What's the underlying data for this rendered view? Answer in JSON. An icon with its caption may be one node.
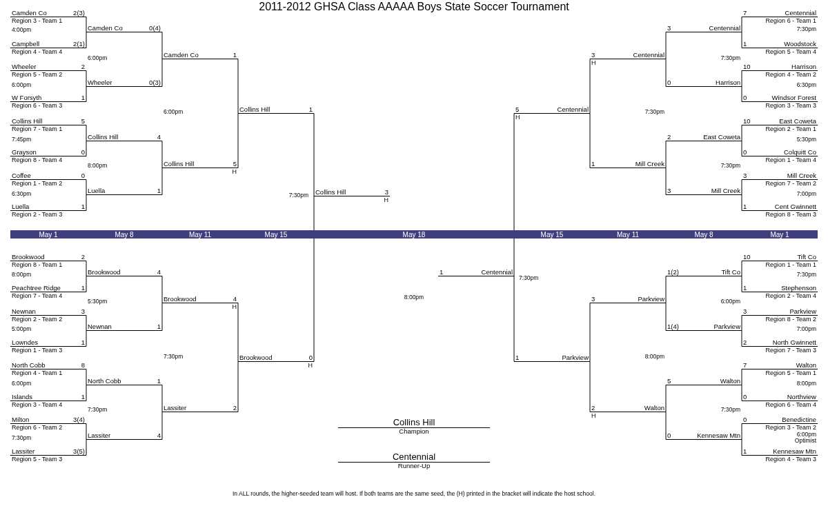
{
  "diagram": {
    "title": "2011-2012 GHSA Class AAAAA Boys State Soccer Tournament",
    "caption": "In ALL rounds, the higher-seeded team will host.  If both teams are the same seed, the (H) printed in the bracket will indicate the host school.",
    "nodes": [
      {
        "text": [
          "Camden Co",
          "2(3)"
        ],
        "beside": [
          "Region 3 - Team 1"
        ]
      },
      {
        "text": [
          "Campbell",
          "2(1)"
        ],
        "beside": [
          "Region 4 - Team 4"
        ]
      },
      {
        "text": [
          "Wheeler",
          "2"
        ],
        "beside": [
          "Region 5 - Team 2"
        ]
      },
      {
        "text": [
          "W Forsyth",
          "1"
        ],
        "beside": [
          "Region 6 - Team 3"
        ]
      },
      {
        "text": [
          "Collins Hill",
          "5"
        ],
        "beside": [
          "Region 7 - Team 1"
        ]
      },
      {
        "text": [
          "Grayson",
          "0"
        ],
        "beside": [
          "Region 8 - Team 4"
        ]
      },
      {
        "text": [
          "Coffee",
          "0"
        ],
        "beside": [
          "Region 1 - Team 2"
        ]
      },
      {
        "text": [
          "Luella",
          "1"
        ],
        "beside": [
          "Region 2 - Team 3"
        ]
      },
      {
        "text": [
          "Brookwood",
          "2"
        ],
        "beside": [
          "Region 8 - Team 1"
        ]
      },
      {
        "text": [
          "Peachtree Ridge",
          "1"
        ],
        "beside": [
          "Region 7 - Team 4"
        ]
      },
      {
        "text": [
          "Newnan",
          "3"
        ],
        "beside": [
          "Region 2 - Team 2"
        ]
      },
      {
        "text": [
          "Lowndes",
          "1"
        ],
        "beside": [
          "Region 1 - Team 3"
        ]
      },
      {
        "text": [
          "North Cobb",
          "8"
        ],
        "beside": [
          "Region 4 - Team 1"
        ]
      },
      {
        "text": [
          "Islands",
          "1"
        ],
        "beside": [
          "Region 3 - Team 4"
        ]
      },
      {
        "text": [
          "Milton",
          "3(4)"
        ],
        "beside": [
          "Region 6 - Team 2"
        ]
      },
      {
        "text": [
          "Lassiter",
          "3(5)"
        ],
        "beside": [
          "Region 5 - Team 3"
        ]
      },
      {
        "text": [
          "Camden Co",
          "0(4)"
        ]
      },
      {
        "text": [
          "Wheeler",
          "0(3)"
        ]
      },
      {
        "text": [
          "Collins Hill",
          "4"
        ]
      },
      {
        "text": [
          "Luella",
          "1"
        ]
      },
      {
        "text": [
          "Brookwood",
          "4"
        ]
      },
      {
        "text": [
          "Newnan",
          "1"
        ]
      },
      {
        "text": [
          "North Cobb",
          "1"
        ]
      },
      {
        "text": [
          "Lassiter",
          "4"
        ]
      },
      {
        "text": [
          "Camden Co",
          "1"
        ]
      },
      {
        "text": [
          "Collins Hill",
          "5"
        ],
        "beside": [
          "H"
        ]
      },
      {
        "text": [
          "Brookwood",
          "4"
        ],
        "beside": [
          "H"
        ]
      },
      {
        "text": [
          "Lassiter",
          "2"
        ]
      },
      {
        "text": [
          "Collins Hill",
          "1"
        ]
      },
      {
        "text": [
          "Brookwood",
          "0"
        ],
        "beside": [
          "H"
        ]
      },
      {
        "text": [
          "Collins Hill",
          "3"
        ],
        "beside": [
          "H"
        ]
      },
      {
        "text": [
          "7",
          "Centennial"
        ],
        "beside": [
          "Region 6 - Team 1"
        ]
      },
      {
        "text": [
          "1",
          "Woodstock"
        ],
        "beside": [
          "Region 5 - Team 4"
        ]
      },
      {
        "text": [
          "10",
          "Harrison"
        ],
        "beside": [
          "Region 4 - Team 2"
        ]
      },
      {
        "text": [
          "0",
          "Windsor Forest"
        ],
        "beside": [
          "Region 3 - Team 3"
        ]
      },
      {
        "text": [
          "10",
          "East Coweta"
        ],
        "beside": [
          "Region 2 - Team 1"
        ]
      },
      {
        "text": [
          "0",
          "Colquitt Co"
        ],
        "beside": [
          "Region 1 - Team 4"
        ]
      },
      {
        "text": [
          "3",
          "Mill Creek"
        ],
        "beside": [
          "Region 7 - Team 2"
        ]
      },
      {
        "text": [
          "1",
          "Cent Gwinnett"
        ],
        "beside": [
          "Region 8 - Team 3"
        ]
      },
      {
        "text": [
          "10",
          "Tift Co"
        ],
        "beside": [
          "Region 1 - Team 1"
        ]
      },
      {
        "text": [
          "1",
          "Stephenson"
        ],
        "beside": [
          "Region 2 - Team 4"
        ]
      },
      {
        "text": [
          "3",
          "Parkview"
        ],
        "beside": [
          "Region 8 - Team 2"
        ]
      },
      {
        "text": [
          "2",
          "North Gwinnett"
        ],
        "beside": [
          "Region 7 - Team 3"
        ]
      },
      {
        "text": [
          "7",
          "Walton"
        ],
        "beside": [
          "Region 5 - Team 1"
        ]
      },
      {
        "text": [
          "0",
          "Northview"
        ],
        "beside": [
          "Region 6 - Team 4"
        ]
      },
      {
        "text": [
          "0",
          "Benedictine"
        ],
        "beside": [
          "Region 3 - Team 2"
        ]
      },
      {
        "text": [
          "1",
          "Kennesaw Mtn"
        ],
        "beside": [
          "Region 4 - Team 3"
        ]
      },
      {
        "text": [
          "3",
          "Centennial"
        ]
      },
      {
        "text": [
          "0",
          "Harrison"
        ]
      },
      {
        "text": [
          "2",
          "East Coweta"
        ]
      },
      {
        "text": [
          "3",
          "Mill Creek"
        ]
      },
      {
        "text": [
          "1(2)",
          "Tift Co"
        ]
      },
      {
        "text": [
          "1(4)",
          "Parkview"
        ]
      },
      {
        "text": [
          "5",
          "Walton"
        ]
      },
      {
        "text": [
          "0",
          "Kennesaw Mtn"
        ]
      },
      {
        "text": [
          "3",
          "Centennial"
        ],
        "beside": [
          "H"
        ]
      },
      {
        "text": [
          "1",
          "Mill Creek"
        ]
      },
      {
        "text": [
          "3",
          "Parkview"
        ]
      },
      {
        "text": [
          "2",
          "Walton"
        ],
        "beside": [
          "H"
        ]
      },
      {
        "text": [
          "5",
          "Centennial"
        ],
        "beside": [
          "H"
        ]
      },
      {
        "text": [
          "1",
          "Parkview"
        ]
      },
      {
        "text": [
          "1",
          "Centennial"
        ]
      }
    ],
    "edges": [
      {
        "from": 0,
        "to": 16,
        "arrow": "none"
      },
      {
        "from": 1,
        "to": 16,
        "arrow": "none"
      },
      {
        "from": 2,
        "to": 17,
        "arrow": "none"
      },
      {
        "from": 3,
        "to": 17,
        "arrow": "none"
      },
      {
        "from": 4,
        "to": 18,
        "arrow": "none"
      },
      {
        "from": 5,
        "to": 18,
        "arrow": "none"
      },
      {
        "from": 6,
        "to": 19,
        "arrow": "none"
      },
      {
        "from": 7,
        "to": 19,
        "arrow": "none"
      },
      {
        "from": 8,
        "to": 20,
        "arrow": "none"
      },
      {
        "from": 9,
        "to": 20,
        "arrow": "none"
      },
      {
        "from": 10,
        "to": 21,
        "arrow": "none"
      },
      {
        "from": 11,
        "to": 21,
        "arrow": "none"
      },
      {
        "from": 12,
        "to": 22,
        "arrow": "none"
      },
      {
        "from": 13,
        "to": 22,
        "arrow": "none"
      },
      {
        "from": 14,
        "to": 23,
        "arrow": "none"
      },
      {
        "from": 15,
        "to": 23,
        "arrow": "none"
      },
      {
        "from": 16,
        "to": 24,
        "arrow": "none"
      },
      {
        "from": 17,
        "to": 24,
        "arrow": "none"
      },
      {
        "from": 18,
        "to": 25,
        "arrow": "none"
      },
      {
        "from": 19,
        "to": 25,
        "arrow": "none"
      },
      {
        "from": 20,
        "to": 26,
        "arrow": "none"
      },
      {
        "from": 21,
        "to": 26,
        "arrow": "none"
      },
      {
        "from": 22,
        "to": 27,
        "arrow": "none"
      },
      {
        "from": 23,
        "to": 27,
        "arrow": "none"
      },
      {
        "from": 24,
        "to": 28,
        "arrow": "none"
      },
      {
        "from": 25,
        "to": 28,
        "arrow": "none"
      },
      {
        "from": 26,
        "to": 29,
        "arrow": "none"
      },
      {
        "from": 27,
        "to": 29,
        "arrow": "none"
      },
      {
        "from": 28,
        "to": 30,
        "arrow": "none"
      },
      {
        "from": 29,
        "to": 30,
        "arrow": "none"
      },
      {
        "from": 31,
        "to": 47,
        "arrow": "none"
      },
      {
        "from": 32,
        "to": 47,
        "arrow": "none"
      },
      {
        "from": 33,
        "to": 48,
        "arrow": "none"
      },
      {
        "from": 34,
        "to": 48,
        "arrow": "none"
      },
      {
        "from": 35,
        "to": 49,
        "arrow": "none"
      },
      {
        "from": 36,
        "to": 49,
        "arrow": "none"
      },
      {
        "from": 37,
        "to": 50,
        "arrow": "none"
      },
      {
        "from": 38,
        "to": 50,
        "arrow": "none"
      },
      {
        "from": 39,
        "to": 51,
        "arrow": "none"
      },
      {
        "from": 40,
        "to": 51,
        "arrow": "none"
      },
      {
        "from": 41,
        "to": 52,
        "arrow": "none"
      },
      {
        "from": 42,
        "to": 52,
        "arrow": "none"
      },
      {
        "from": 43,
        "to": 53,
        "arrow": "none"
      },
      {
        "from": 44,
        "to": 53,
        "arrow": "none"
      },
      {
        "from": 45,
        "to": 54,
        "arrow": "none"
      },
      {
        "from": 46,
        "to": 54,
        "arrow": "none"
      },
      {
        "from": 47,
        "to": 55,
        "arrow": "none"
      },
      {
        "from": 48,
        "to": 55,
        "arrow": "none"
      },
      {
        "from": 49,
        "to": 56,
        "arrow": "none"
      },
      {
        "from": 50,
        "to": 56,
        "arrow": "none"
      },
      {
        "from": 51,
        "to": 57,
        "arrow": "none"
      },
      {
        "from": 52,
        "to": 57,
        "arrow": "none"
      },
      {
        "from": 53,
        "to": 58,
        "arrow": "none"
      },
      {
        "from": 54,
        "to": 58,
        "arrow": "none"
      },
      {
        "from": 55,
        "to": 59,
        "arrow": "none"
      },
      {
        "from": 56,
        "to": 59,
        "arrow": "none"
      },
      {
        "from": 57,
        "to": 60,
        "arrow": "none"
      },
      {
        "from": 58,
        "to": 60,
        "arrow": "none"
      },
      {
        "from": 59,
        "to": 61,
        "arrow": "none"
      },
      {
        "from": 60,
        "to": 61,
        "arrow": "none"
      }
    ],
    "labels": [
      "May 1",
      "May 8",
      "May 11",
      "May 15",
      "May 18",
      "May 15",
      "May 11",
      "May 8",
      "May 1",
      "4:00pm",
      "6:00pm",
      "7:45pm",
      "6:30pm",
      "8:00pm",
      "5:00pm",
      "6:00pm",
      "7:30pm",
      "6:00pm",
      "8:00pm",
      "5:30pm",
      "7:30pm",
      "6:00pm",
      "7:30pm",
      "7:30pm",
      "8:00pm",
      "7:30pm",
      "7:30pm",
      "8:00pm",
      "7:30pm",
      "7:30pm",
      "6:00pm",
      "7:30pm",
      "7:30pm",
      "6:30pm",
      "5:30pm",
      "7:00pm",
      "7:30pm",
      "7:00pm",
      "8:00pm",
      "6:00pm",
      "Optimist",
      "Collins Hill",
      "Champion",
      "Centennial",
      "Runner-Up"
    ]
  }
}
